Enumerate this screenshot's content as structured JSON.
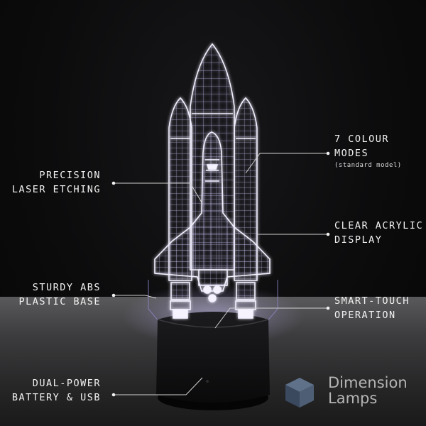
{
  "annotations": {
    "precision": {
      "line1": "PRECISION",
      "line2": "LASER ETCHING"
    },
    "sturdy": {
      "line1": "STURDY ABS",
      "line2": "PLASTIC BASE"
    },
    "dual_power": {
      "line1": "DUAL-POWER",
      "line2": "BATTERY & USB"
    },
    "colour_modes": {
      "line1": "7 COLOUR",
      "line2": "MODES",
      "note": "(standard model)"
    },
    "acrylic": {
      "line1": "CLEAR ACRYLIC",
      "line2": "DISPLAY"
    },
    "smart_touch": {
      "line1": "SMART-TOUCH",
      "line2": "OPERATION"
    }
  },
  "brand": {
    "line1": "Dimension",
    "line2": "Lamps"
  },
  "colors": {
    "glow": "#e8e4ff",
    "background": "#0b0b0c",
    "floor": "#3f3f41",
    "text": "#f2f2f2"
  }
}
